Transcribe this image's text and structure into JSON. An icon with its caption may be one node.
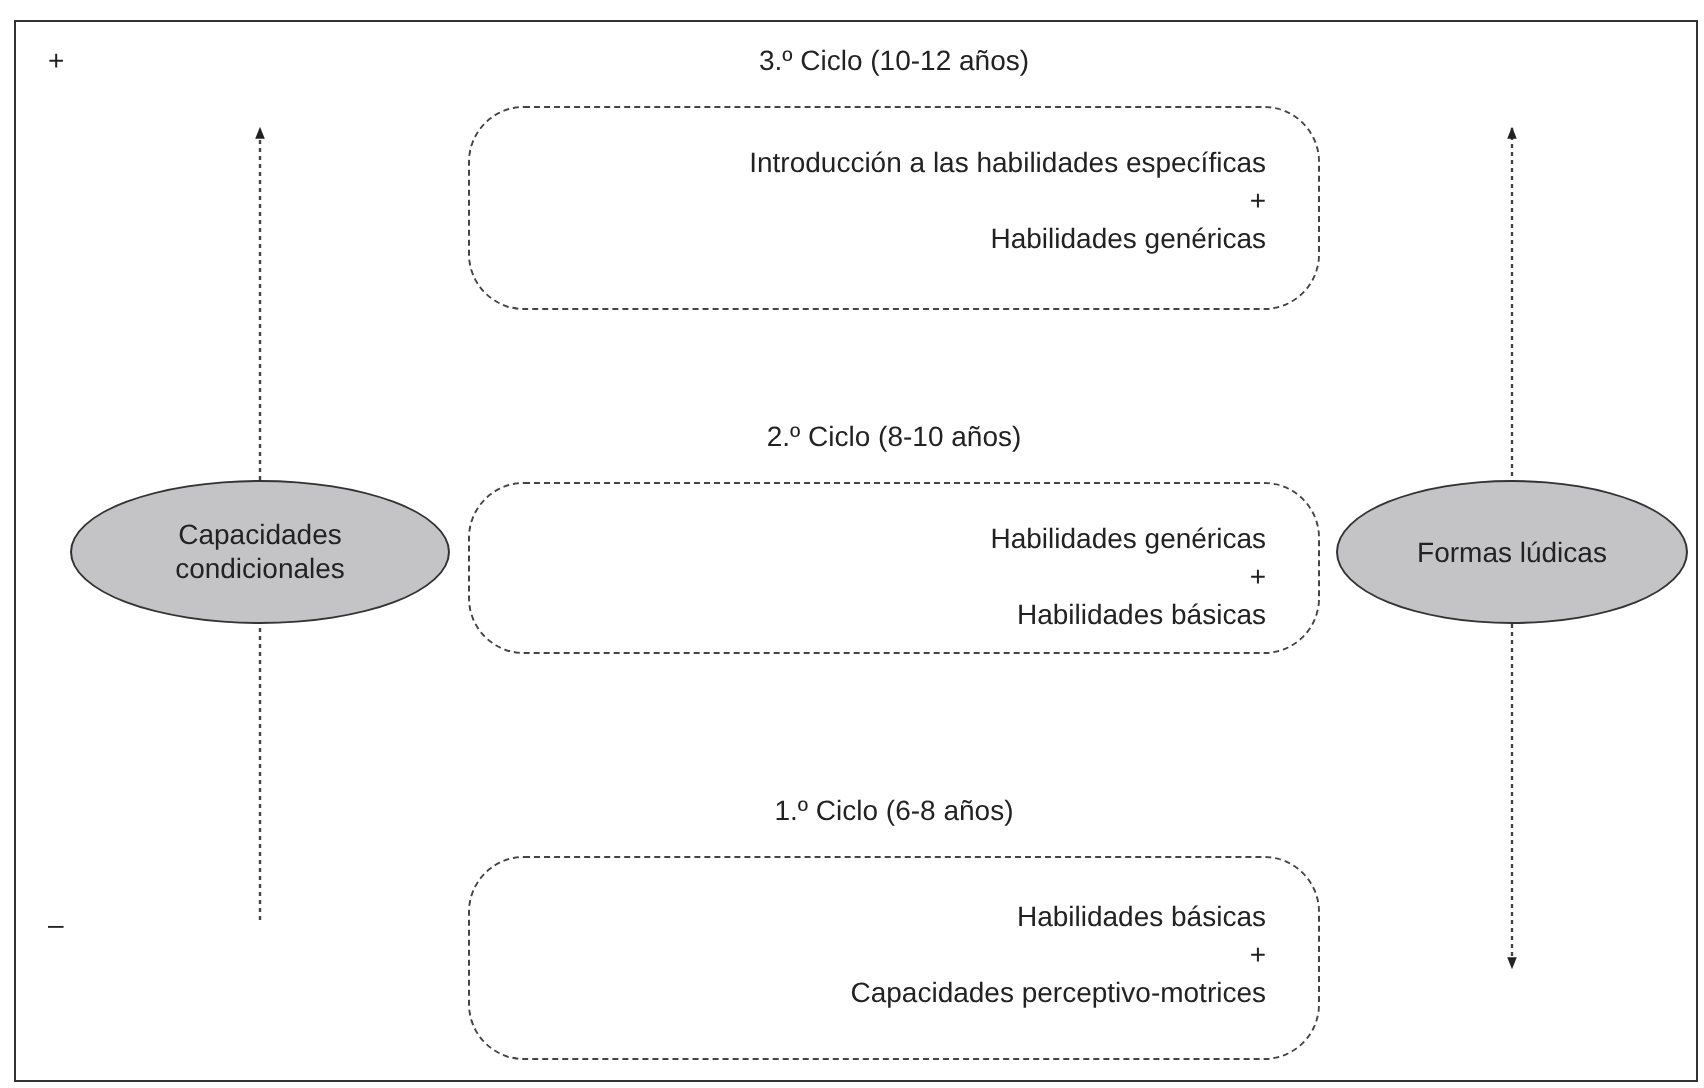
{
  "diagram": {
    "nodes": [
      {
        "text": [
          "3.º Ciclo (10-12 años)",
          "Introducción a las habilidades específicas",
          "+",
          "Habilidades genéricas"
        ]
      },
      {
        "text": [
          "Capacidades condicionales"
        ]
      },
      {
        "text": [
          "2.º Ciclo (8-10 años)",
          "Habilidades genéricas",
          "+",
          "Habilidades básicas"
        ]
      },
      {
        "text": [
          "Formas lúdicas"
        ]
      },
      {
        "text": [
          "1.º Ciclo (6-8 años)",
          "Habilidades básicas",
          "+",
          "Capacidades perceptivo-motrices"
        ]
      }
    ],
    "labels": [
      "+",
      "–"
    ]
  }
}
